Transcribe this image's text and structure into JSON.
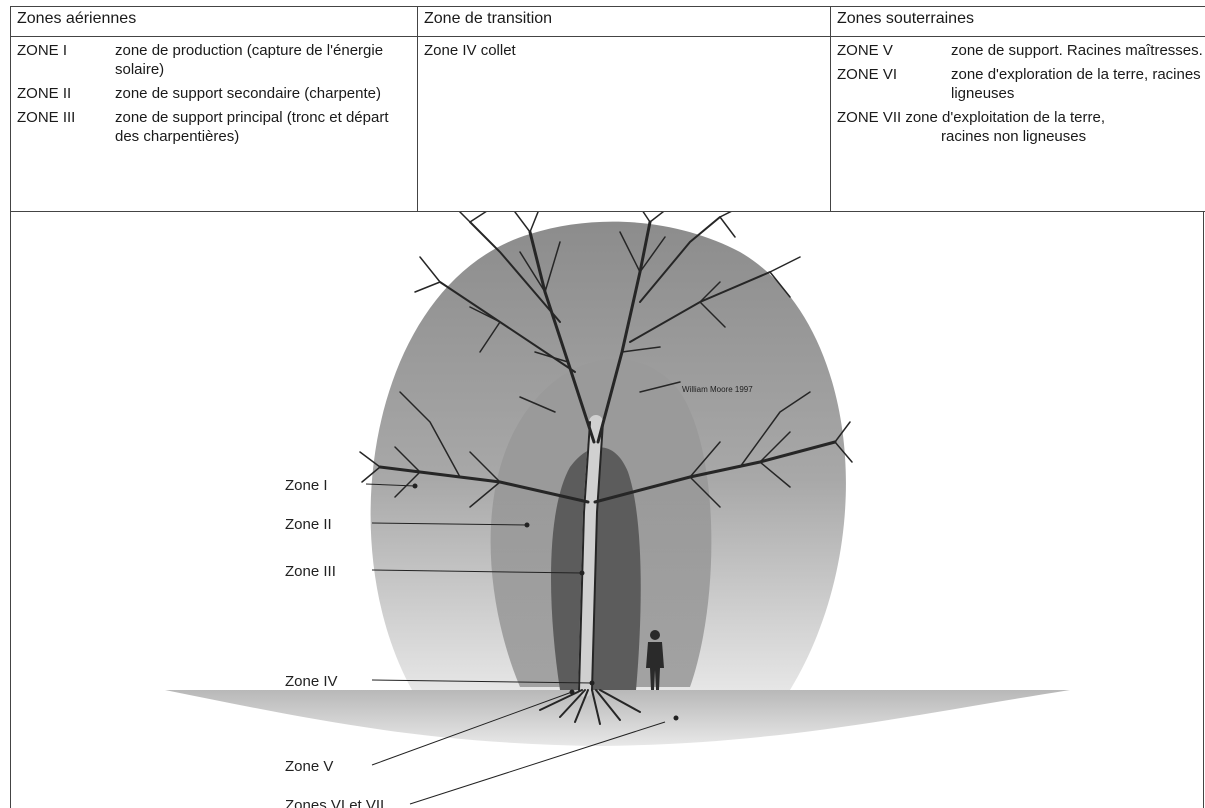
{
  "table": {
    "headers": {
      "aerial": "Zones aériennes",
      "transition": "Zone de transition",
      "underground": "Zones souterraines"
    },
    "aerial_rows": [
      {
        "label": "ZONE I",
        "desc": "zone de production (capture de l'énergie solaire)"
      },
      {
        "label": "ZONE II",
        "desc": "zone de support secondaire (charpente)"
      },
      {
        "label": "ZONE III",
        "desc": "zone de support principal (tronc et départ des charpentières)"
      }
    ],
    "transition_text": "Zone IV collet",
    "underground_rows": [
      {
        "label": "ZONE V",
        "desc": "zone de support. Racines maîtresses."
      },
      {
        "label": "ZONE VI",
        "desc": "zone d'exploration de la terre, racines ligneuses"
      }
    ],
    "zone_vii": {
      "line1": "ZONE VII zone d'exploitation de la terre,",
      "line2": "racines non ligneuses"
    }
  },
  "diagram": {
    "credit": "William Moore 1997",
    "labels": {
      "zone1": "Zone I",
      "zone2": "Zone II",
      "zone3": "Zone III",
      "zone4": "Zone IV",
      "zone5": "Zone V",
      "zone67": "Zones VI et VII"
    },
    "colors": {
      "outer_dome": "#9a9a9a",
      "middle_zone": "#8a8a8a",
      "inner_zone": "#5e5e5e",
      "tree": "#2a2a2a",
      "ground": "#c4c4c4"
    }
  }
}
